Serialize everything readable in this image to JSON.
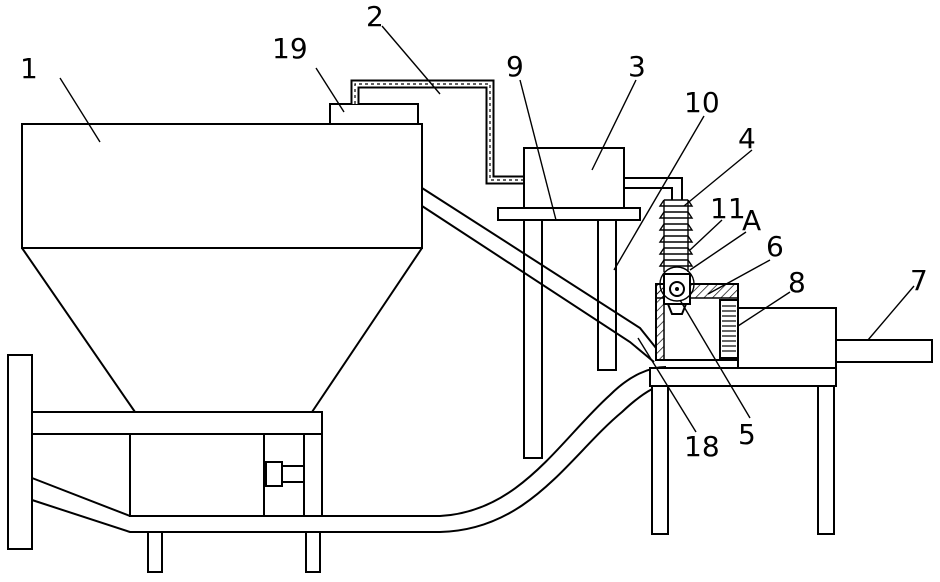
{
  "callouts": [
    {
      "id": "c1",
      "text": "1"
    },
    {
      "id": "c19",
      "text": "19"
    },
    {
      "id": "c2",
      "text": "2"
    },
    {
      "id": "c9",
      "text": "9"
    },
    {
      "id": "c3",
      "text": "3"
    },
    {
      "id": "c10",
      "text": "10"
    },
    {
      "id": "c4",
      "text": "4"
    },
    {
      "id": "c11",
      "text": "11"
    },
    {
      "id": "cA",
      "text": "A"
    },
    {
      "id": "c6",
      "text": "6"
    },
    {
      "id": "c8",
      "text": "8"
    },
    {
      "id": "c7",
      "text": "7"
    },
    {
      "id": "c5",
      "text": "5"
    },
    {
      "id": "c18",
      "text": "18"
    }
  ],
  "colors": {
    "line": "#000000",
    "background": "#ffffff"
  }
}
